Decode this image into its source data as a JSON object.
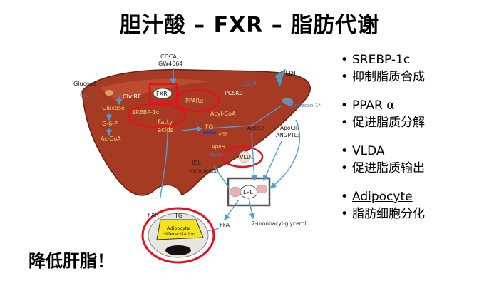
{
  "title": "胆汁酸 – FXR – 脂肪代谢",
  "diagram": {
    "cdca_label": "CDCA,",
    "gw_label": "GW4064",
    "ldl_label": "LDL",
    "ldlr_label": "LDL-R",
    "pcsk9_label": "PCSK9",
    "syndecan_label": "Syndecan-1*",
    "glucose_label": "Glucose",
    "glut_label": "GluT",
    "chore_label": "ChoRE",
    "fxr_label": "FXR",
    "ppar_label": "PPARα",
    "srebp_label": "SREBP-1c",
    "glucose_inner_label": "Glucose",
    "g6p_label": "G-6-P",
    "accoa_label": "Ac-CoA",
    "fatty_label": "Fatty",
    "acids_label": "acids",
    "acylcoa_label": "Acyl-CoA",
    "tg_label": "TG",
    "mtp_label": "MTP",
    "apob_label": "ApoB",
    "vldl_label": "VLDL",
    "vldlr_label": "VLDL-R",
    "apocii_label": "ApoCII",
    "apociii_label": "ApoCIII",
    "angptl3_label": "ANGPTL3",
    "idl_label": "IDL",
    "remnants_label": "(remnants)",
    "lpl_label": "LPL",
    "mag_label": "2-monoacyl-glycerol",
    "ffa_label": "FFA",
    "fxr_adipo_label": "FXR",
    "tg_adipo_label": "TG",
    "adipo_label1": "Adipocyte",
    "adipo_label2": "differentiation",
    "colors": {
      "liver": "#a63a22",
      "liver_highlight": "#c9583a",
      "red_marker": "#e8101e",
      "arrow": "#4a9fd8",
      "gray_box": "#555555"
    }
  },
  "bullets": [
    {
      "items": [
        "SREBP-1c",
        "抑制脂质合成"
      ]
    },
    {
      "items": [
        "PPAR α",
        "促进脂质分解"
      ]
    },
    {
      "items": [
        "VLDA",
        "促进脂质输出"
      ]
    },
    {
      "items": [
        "Adipocyte",
        "脂肪细胞分化"
      ]
    }
  ],
  "conclusion": "降低肝脂！"
}
